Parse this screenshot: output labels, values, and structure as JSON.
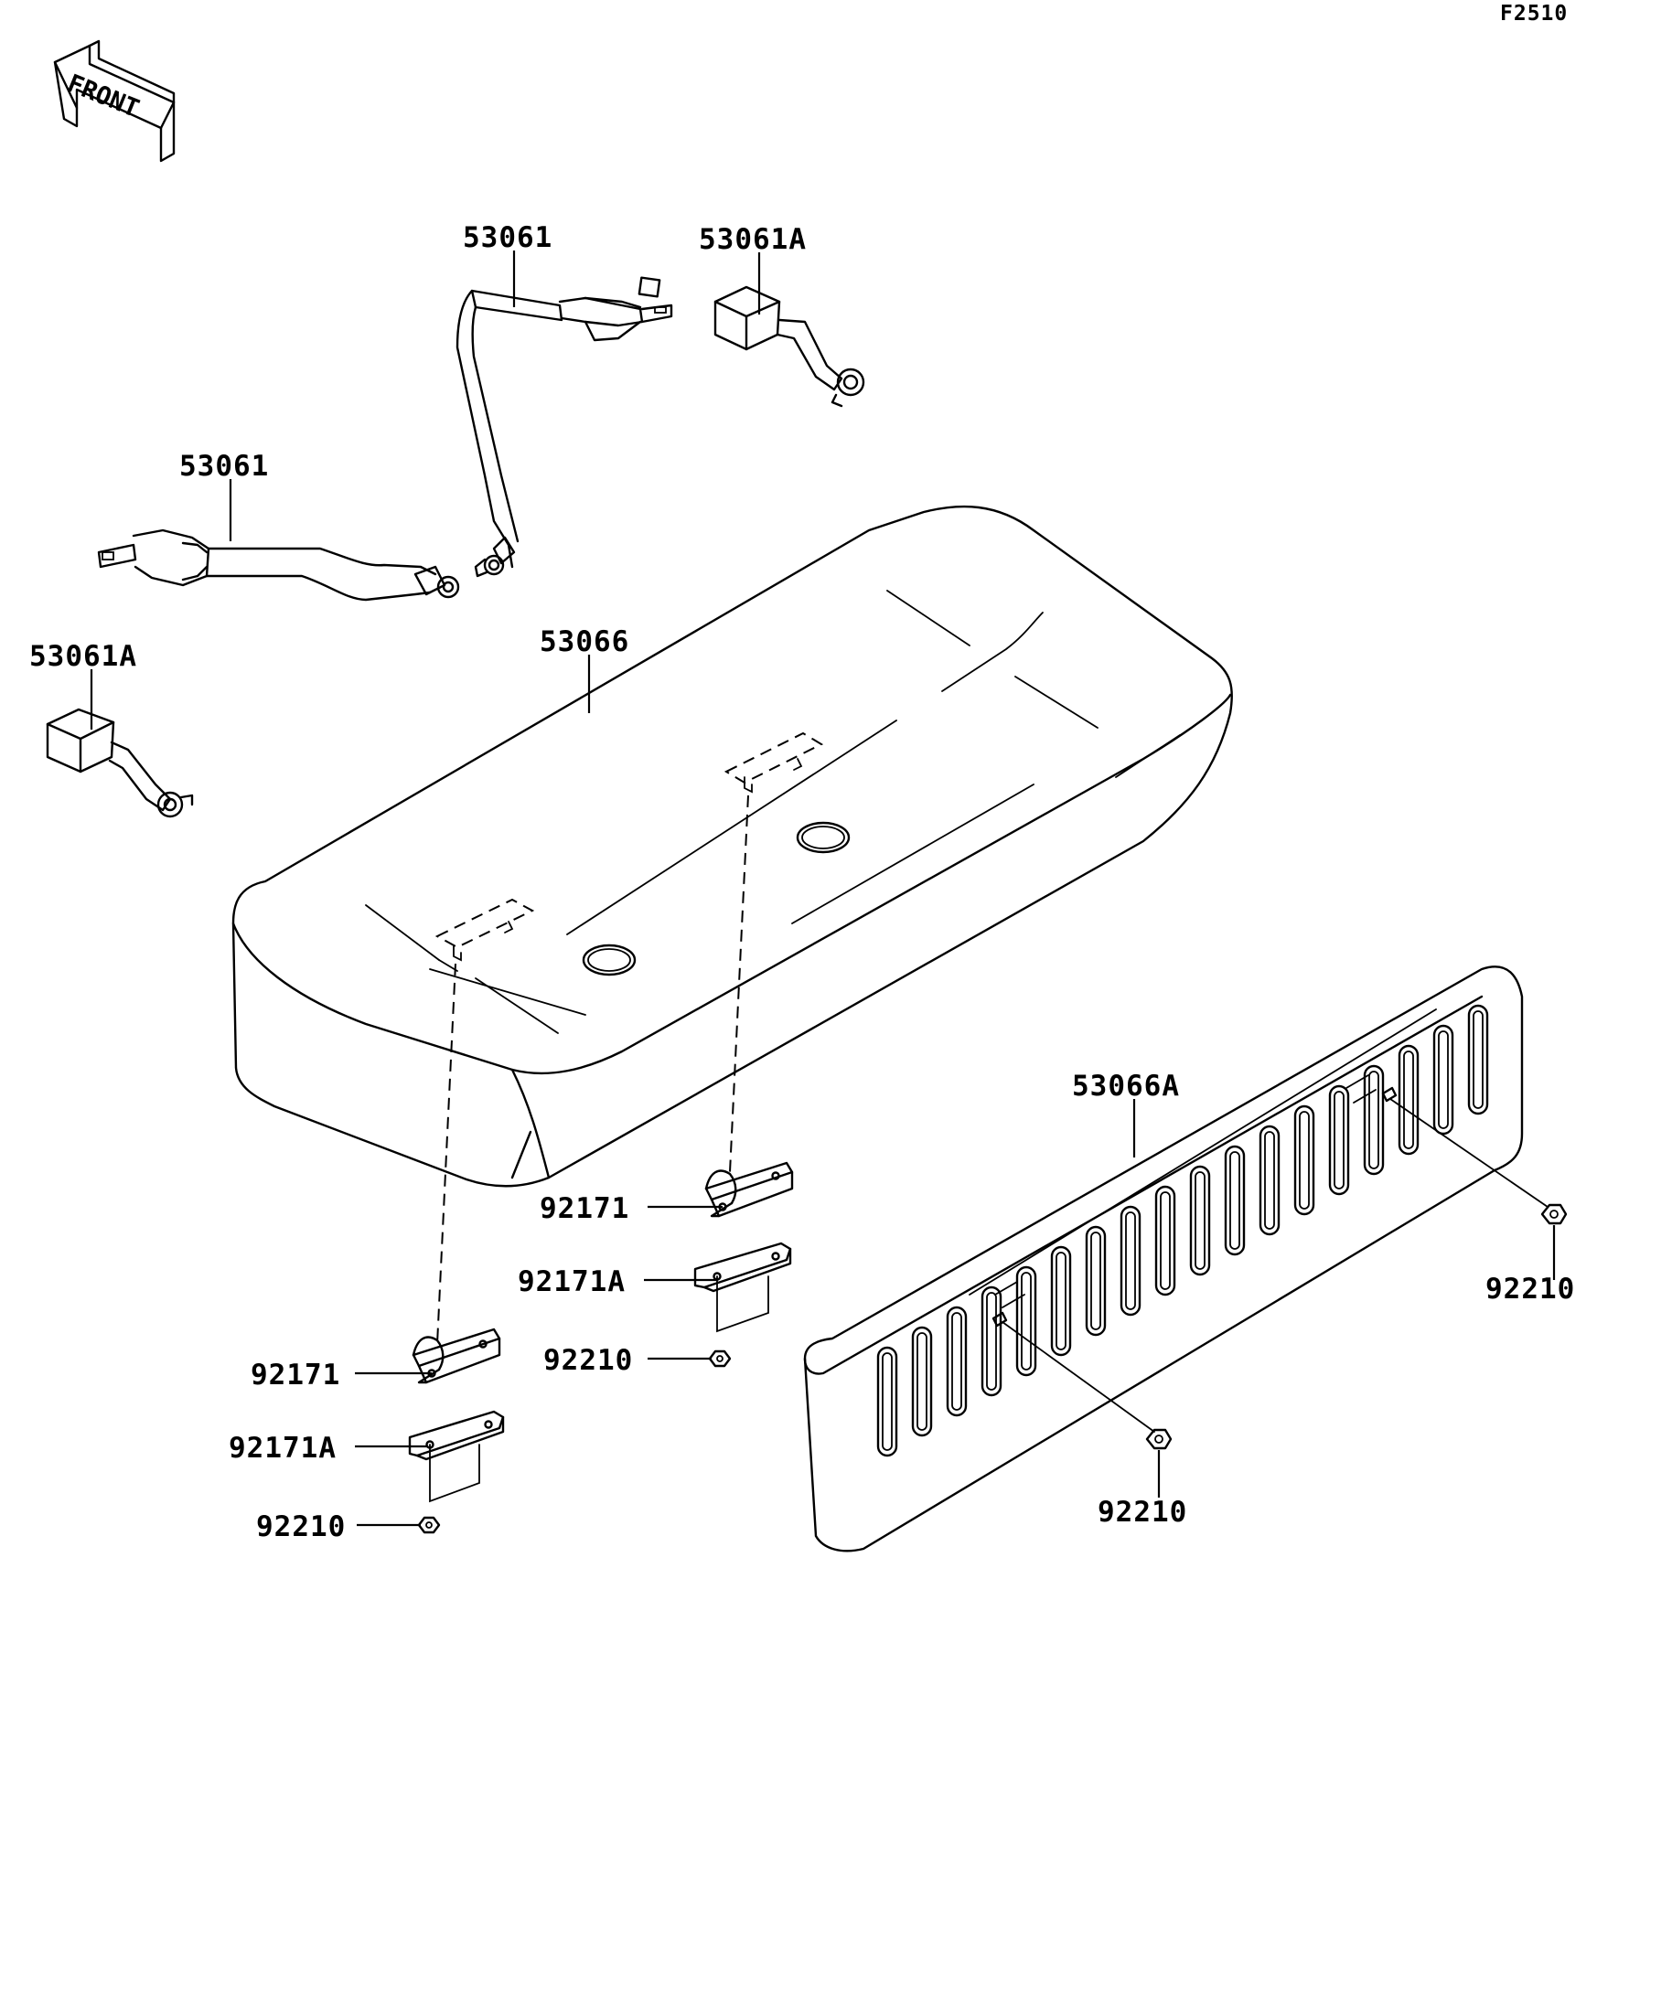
{
  "figure_code": "F2510",
  "front_indicator": {
    "label": "FRONT"
  },
  "callouts": {
    "belt_upper": "53061",
    "buckle_upper": "53061A",
    "belt_left": "53061",
    "buckle_left": "53061A",
    "seat_cushion": "53066",
    "seat_back": "53066A",
    "bracket_right": "92171",
    "bracket_plate_right": "92171A",
    "nut_bracket_right": "92210",
    "bracket_left": "92171",
    "bracket_plate_left": "92171A",
    "nut_bracket_left": "92210",
    "nut_back_right": "92210",
    "nut_back_center": "92210"
  }
}
